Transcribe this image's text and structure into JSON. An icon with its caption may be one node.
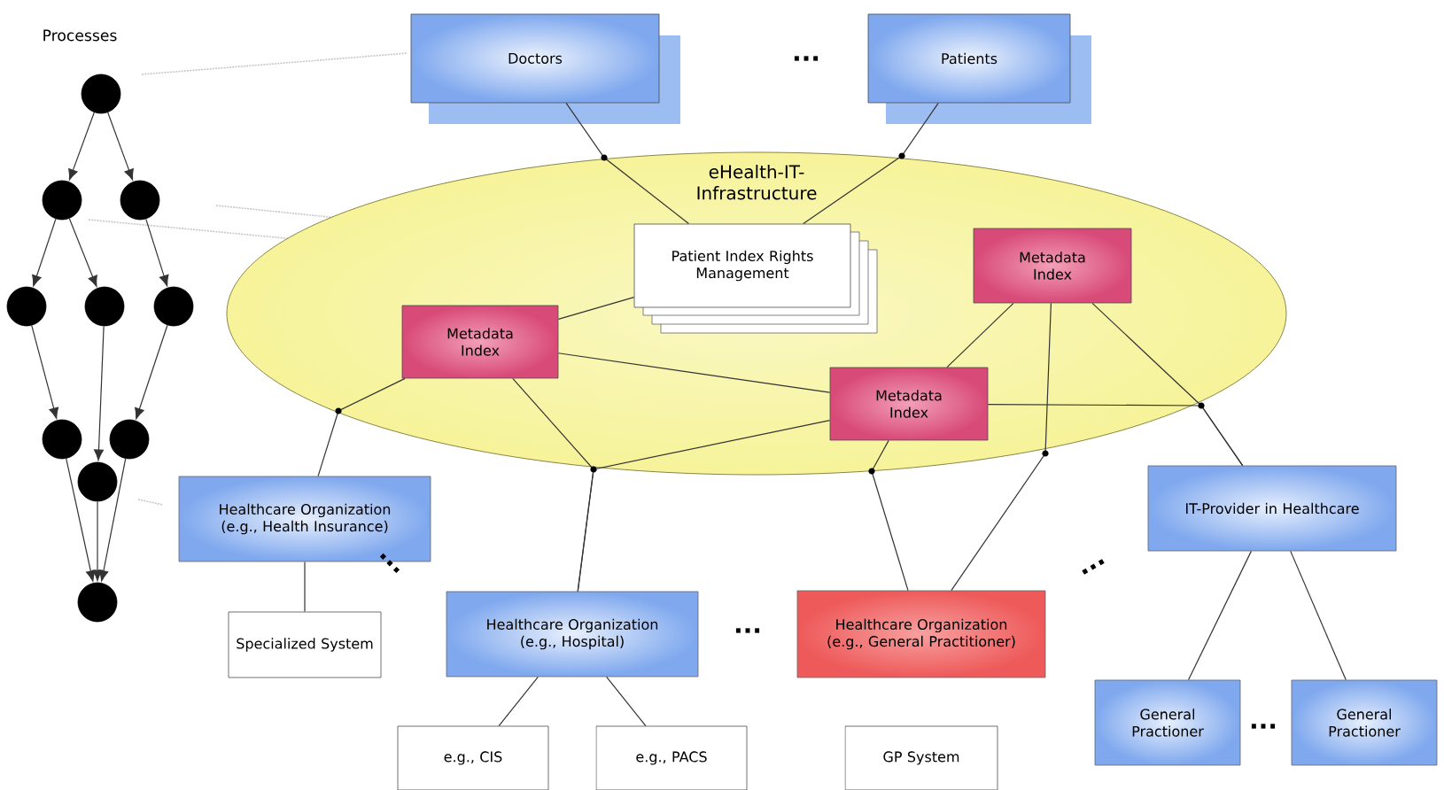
{
  "diagram": {
    "nodes": [
      {
        "text": [
          "eHealth-IT- Infrastructure"
        ]
      },
      {
        "text": [
          "Doctors"
        ]
      },
      {
        "text": [
          "Patients"
        ]
      },
      {
        "text": [
          "Patient Index Rights Management"
        ],
        "in": 0
      },
      {
        "text": [
          "Metadata Index"
        ],
        "in": 0
      },
      {
        "text": [
          "Metadata Index"
        ],
        "in": 0
      },
      {
        "text": [
          "Metadata Index"
        ],
        "in": 0
      },
      {
        "text": [
          "Healthcare Organization (e.g., Health Insurance)"
        ]
      },
      {
        "text": [
          "Specialized System"
        ]
      },
      {
        "text": [
          "Healthcare Organization (e.g., Hospital)"
        ]
      },
      {
        "text": [
          "Healthcare Organization (e.g., General Practitioner)"
        ]
      },
      {
        "text": [
          "IT-Provider in Healthcare"
        ]
      },
      {
        "text": [
          "e.g., CIS"
        ]
      },
      {
        "text": [
          "e.g., PACS"
        ]
      },
      {
        "text": [
          "GP System"
        ]
      },
      {
        "text": [
          "General Practioner"
        ]
      },
      {
        "text": [
          "General Practioner"
        ]
      },
      {
        "text": [],
        "shape": "circle"
      },
      {
        "text": [],
        "shape": "circle"
      },
      {
        "text": [],
        "shape": "circle"
      },
      {
        "text": [],
        "shape": "circle"
      },
      {
        "text": [],
        "shape": "circle"
      },
      {
        "text": [],
        "shape": "circle"
      },
      {
        "text": [],
        "shape": "circle"
      },
      {
        "text": [],
        "shape": "circle"
      },
      {
        "text": [],
        "shape": "circle"
      },
      {
        "text": [],
        "shape": "circle"
      }
    ],
    "edges": [
      {
        "from": 1,
        "to": 3,
        "arrow": "none"
      },
      {
        "from": 2,
        "to": 3,
        "arrow": "none"
      },
      {
        "from": 3,
        "to": 4,
        "arrow": "none"
      },
      {
        "from": 4,
        "to": 6,
        "arrow": "none"
      },
      {
        "from": 5,
        "to": 6,
        "arrow": "none"
      },
      {
        "from": 4,
        "to": 7,
        "arrow": "none"
      },
      {
        "from": 4,
        "to": 9,
        "arrow": "none"
      },
      {
        "from": 6,
        "to": 9,
        "arrow": "none"
      },
      {
        "from": 6,
        "to": 10,
        "arrow": "none"
      },
      {
        "from": 5,
        "to": 10,
        "arrow": "none"
      },
      {
        "from": 5,
        "to": 11,
        "arrow": "none"
      },
      {
        "from": 6,
        "to": 11,
        "arrow": "none"
      },
      {
        "from": 7,
        "to": 8,
        "arrow": "none"
      },
      {
        "from": 9,
        "to": 12,
        "arrow": "none"
      },
      {
        "from": 9,
        "to": 13,
        "arrow": "none"
      },
      {
        "from": 11,
        "to": 15,
        "arrow": "none"
      },
      {
        "from": 11,
        "to": 16,
        "arrow": "none"
      },
      {
        "from": 17,
        "to": 18,
        "arrow": "to"
      },
      {
        "from": 17,
        "to": 19,
        "arrow": "to"
      },
      {
        "from": 18,
        "to": 20,
        "arrow": "to"
      },
      {
        "from": 18,
        "to": 21,
        "arrow": "to"
      },
      {
        "from": 19,
        "to": 22,
        "arrow": "to"
      },
      {
        "from": 20,
        "to": 23,
        "arrow": "to"
      },
      {
        "from": 21,
        "to": 25,
        "arrow": "to"
      },
      {
        "from": 22,
        "to": 24,
        "arrow": "to"
      },
      {
        "from": 23,
        "to": 26,
        "arrow": "to"
      },
      {
        "from": 25,
        "to": 26,
        "arrow": "to"
      },
      {
        "from": 24,
        "to": 26,
        "arrow": "to"
      }
    ],
    "labels": [
      "Processes",
      "...",
      "...",
      "...",
      "...",
      "..."
    ]
  }
}
